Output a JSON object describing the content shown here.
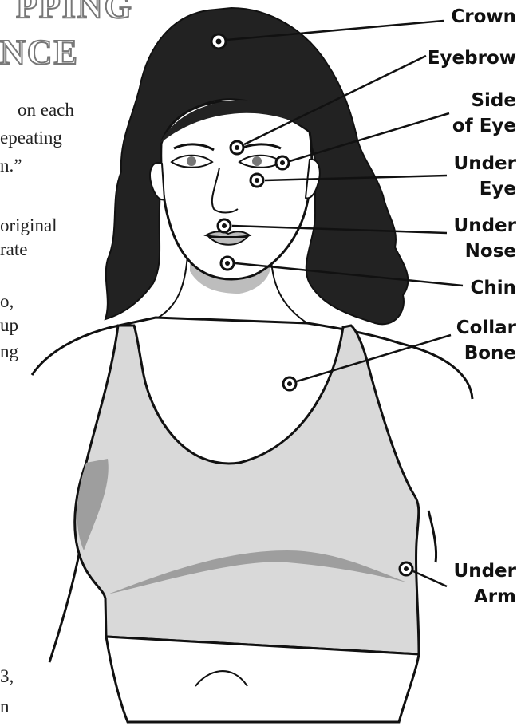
{
  "heading": {
    "line1": "PPING",
    "line2": "NCE"
  },
  "body_text_fragments": [
    "on each",
    "epeating",
    "n.”",
    "original",
    "rate",
    "o,",
    "up",
    "ng",
    "3,",
    "n"
  ],
  "points": [
    {
      "label_lines": [
        "Crown"
      ]
    },
    {
      "label_lines": [
        "Eyebrow"
      ]
    },
    {
      "label_lines": [
        "Side",
        "of Eye"
      ]
    },
    {
      "label_lines": [
        "Under",
        "Eye"
      ]
    },
    {
      "label_lines": [
        "Under",
        "Nose"
      ]
    },
    {
      "label_lines": [
        "Chin"
      ]
    },
    {
      "label_lines": [
        "Collar",
        "Bone"
      ]
    },
    {
      "label_lines": [
        "Under",
        "Arm"
      ]
    }
  ],
  "colors": {
    "hair": "#222222",
    "skin_shadow": "#bdbdbd",
    "top": "#d9d9d9",
    "outline": "#111111"
  }
}
